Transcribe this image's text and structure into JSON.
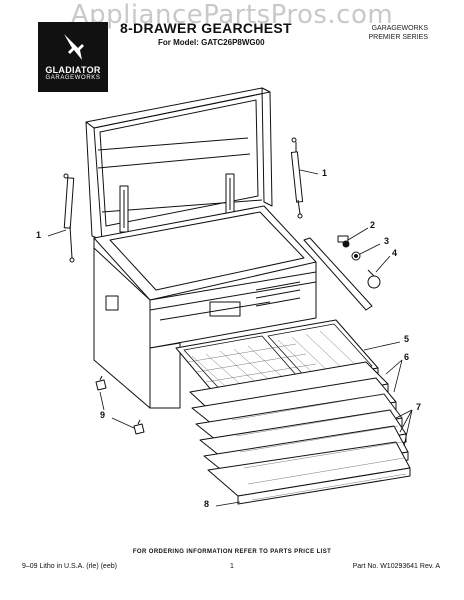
{
  "watermark": "AppliancePartsPros.com",
  "logo": {
    "brand": "GLADIATOR",
    "sub": "GARAGEWORKS"
  },
  "header": {
    "title": "8-DRAWER GEARCHEST",
    "model": "For Model: GATC26P8WG00",
    "series_line1": "GARAGEWORKS",
    "series_line2": "PREMIER SERIES"
  },
  "callouts": [
    {
      "label": "1"
    },
    {
      "label": "1"
    },
    {
      "label": "2"
    },
    {
      "label": "3"
    },
    {
      "label": "4"
    },
    {
      "label": "5"
    },
    {
      "label": "6"
    },
    {
      "label": "7"
    },
    {
      "label": "8"
    },
    {
      "label": "9"
    }
  ],
  "footer": {
    "note": "FOR ORDERING INFORMATION REFER TO PARTS PRICE LIST",
    "left": "9–09 Litho in U.S.A. (rle) (eeb)",
    "page": "1",
    "part_no": "Part No. W10293641 Rev. A"
  }
}
